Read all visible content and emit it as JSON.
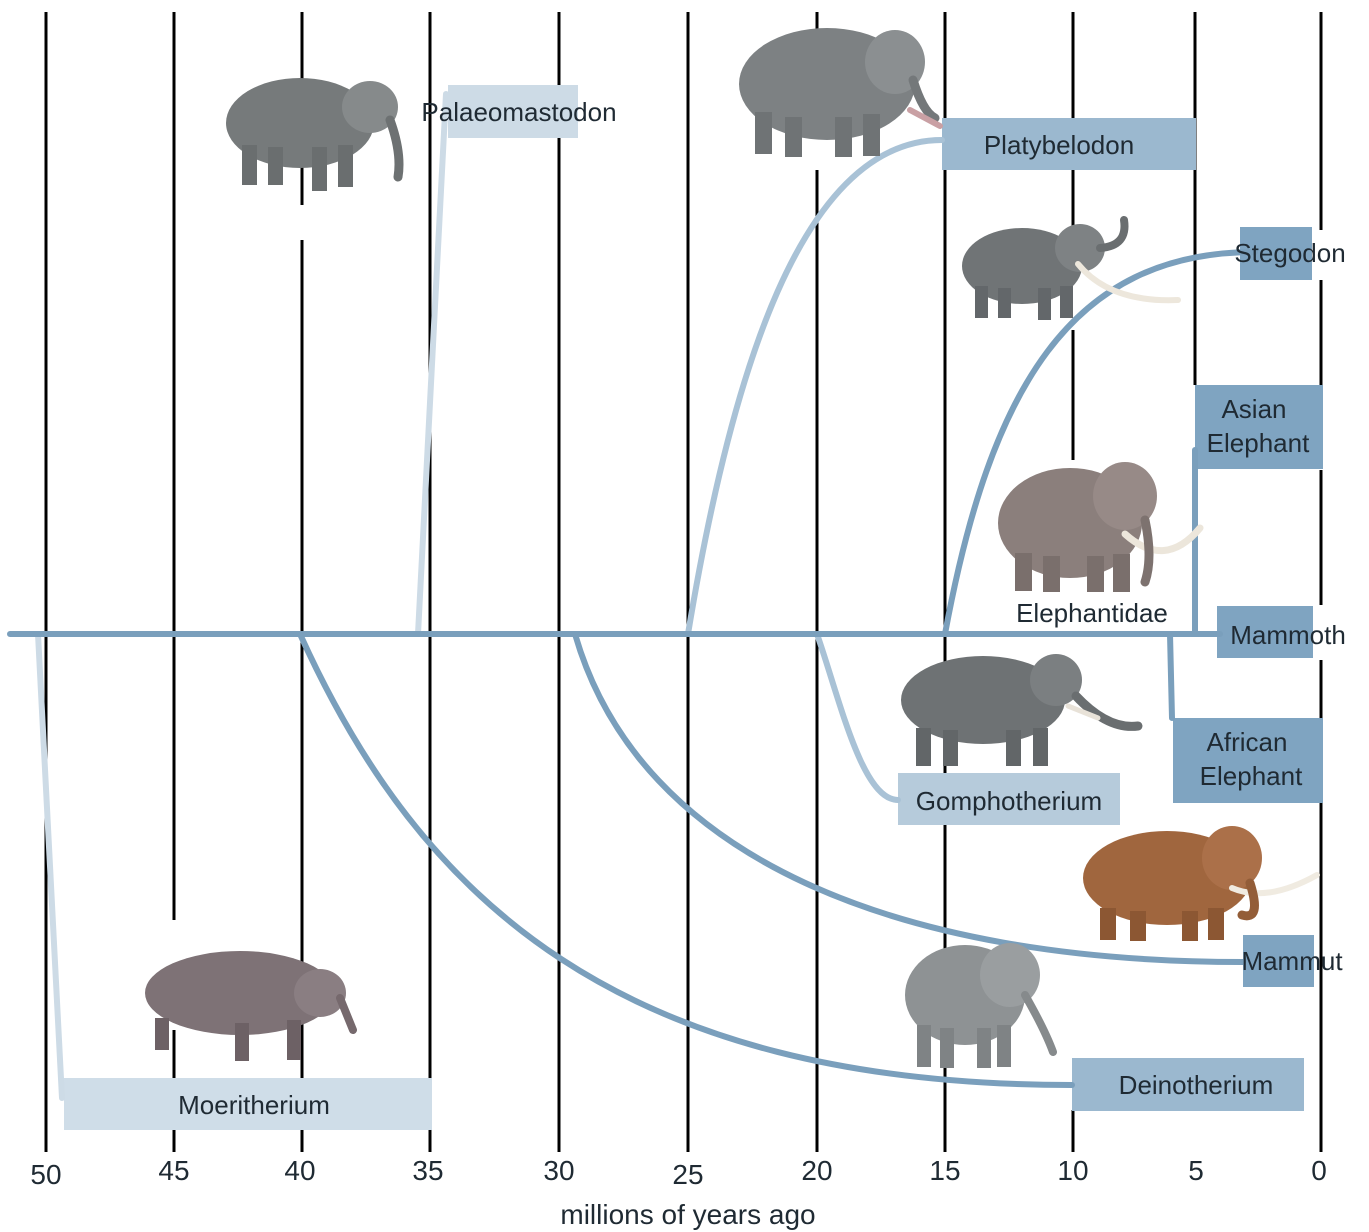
{
  "axis": {
    "ticks": [
      "50",
      "45",
      "40",
      "35",
      "30",
      "25",
      "20",
      "15",
      "10",
      "5",
      "0"
    ],
    "title": "millions of years ago"
  },
  "taxa": {
    "palaeomastodon": "Palaeomastodon",
    "platybelodon": "Platybelodon",
    "stegodon": "Stegodon",
    "asian_elephant": [
      "Asian",
      "Elephant"
    ],
    "elephantidae": "Elephantidae",
    "mammoth": "Mammoth",
    "african_elephant": [
      "African",
      "Elephant"
    ],
    "gomphotherium": "Gomphotherium",
    "mammut": "Mammut",
    "deinotherium": "Deinotherium",
    "moeritherium": "Moeritherium"
  },
  "colors": {
    "main_lineage": "#7a9fbc",
    "branch_light": "#a9c2d6",
    "branch_pale": "#cddbe6",
    "label_dark": "#7fa4c1",
    "label_mid": "#9bb8cf",
    "label_light": "#b6cbdb",
    "label_pale": "#cfdde8",
    "grid_line": "#000000"
  },
  "illustrations": [
    "palaeomastodon-illustration",
    "platybelodon-illustration",
    "stegodon-illustration",
    "mammoth-illustration",
    "gomphotherium-illustration",
    "mammut-illustration",
    "deinotherium-illustration",
    "moeritherium-illustration"
  ]
}
